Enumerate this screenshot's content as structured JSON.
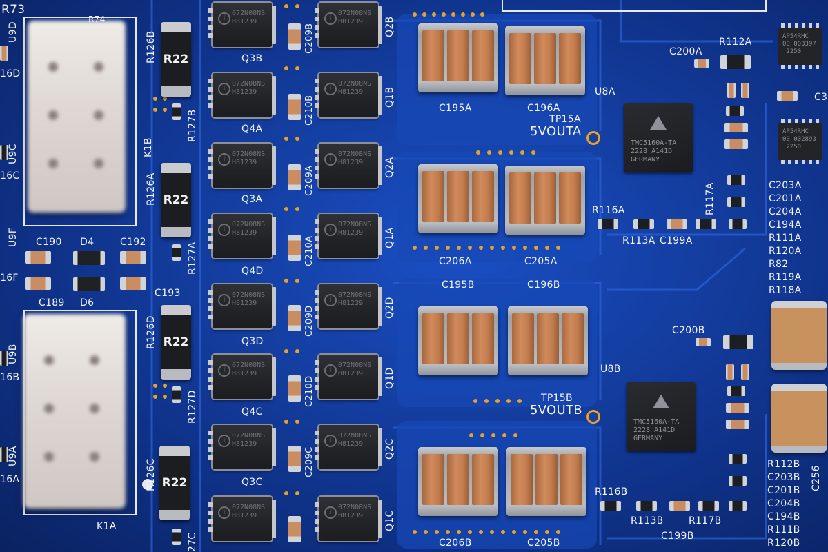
{
  "labels": {
    "r73": "R73",
    "u9d": "U9D",
    "r74": "R74",
    "r16d": "16D",
    "u9c": "U9C",
    "r16c": "16C",
    "u9f": "U9F",
    "r16f": "16F",
    "u9b": "U9B",
    "r16b": "16B",
    "u9a": "U9A",
    "r16a": "16A",
    "k1b": "K1B",
    "k1a": "K1A",
    "c190": "C190",
    "c192": "C192",
    "c189": "C189",
    "c193": "C193",
    "d4": "D4",
    "d6": "D6",
    "r126b": "R126B",
    "r127b": "R127B",
    "r126a": "R126A",
    "r127a": "R127A",
    "r126d": "R126D",
    "r127d": "R127D",
    "r126c": "R126C",
    "r27c": "27C",
    "q3b": "Q3B",
    "q4a": "Q4A",
    "q3a": "Q3A",
    "q4d": "Q4D",
    "q3d": "Q3D",
    "q4c": "Q4C",
    "q3c": "Q3C",
    "q2b": "Q2B",
    "q1b": "Q1B",
    "q2a": "Q2A",
    "q1a": "Q1A",
    "q2d": "Q2D",
    "q1d": "Q1D",
    "q2c": "Q2C",
    "q1c": "Q1C",
    "c209b": "C209B",
    "c210b": "C210B",
    "c209a": "C209A",
    "c210a": "C210A",
    "c209d": "C209D",
    "c210d": "C210D",
    "c209c": "C209C",
    "c195a": "C195A",
    "c196a": "C196A",
    "c206a": "C206A",
    "c205a": "C205A",
    "c195b": "C195B",
    "c196b": "C196B",
    "c206b": "C206B",
    "c205b": "C205B",
    "tp15a": "TP15A",
    "vouta": "5VOUTA",
    "tp15b": "TP15B",
    "voutb": "5VOUTB",
    "u8a": "U8A",
    "u8b": "U8B",
    "c200a": "C200A",
    "c200b": "C200B",
    "r112a": "R112A",
    "r116a": "R116A",
    "r113a": "R113A",
    "c199a": "C199A",
    "r117a": "R117A",
    "r116b": "R116B",
    "r113b": "R113B",
    "r117b": "R117B",
    "c199b": "C199B",
    "right_col_a": [
      "C203A",
      "C201A",
      "C204A",
      "C194A",
      "R111A",
      "R120A",
      "R82",
      "R119A",
      "R118A"
    ],
    "right_col_b": [
      "R112B",
      "C203B",
      "C201B",
      "C204B",
      "C194B",
      "R111B",
      "R120B"
    ],
    "c3": "C3",
    "c256": "C256"
  },
  "mosfet_marking": [
    "072N08NS",
    "H81239"
  ],
  "driver_marking": [
    "TMC5160A-TA",
    "2228 A141D",
    "GERMANY"
  ],
  "ic_top_marking": [
    "AP54RHC",
    "00",
    "003397",
    "2250"
  ],
  "ic_bottom_marking": [
    "AP54RHC",
    "00",
    "002893",
    "2250"
  ],
  "shunt_value": "R22"
}
